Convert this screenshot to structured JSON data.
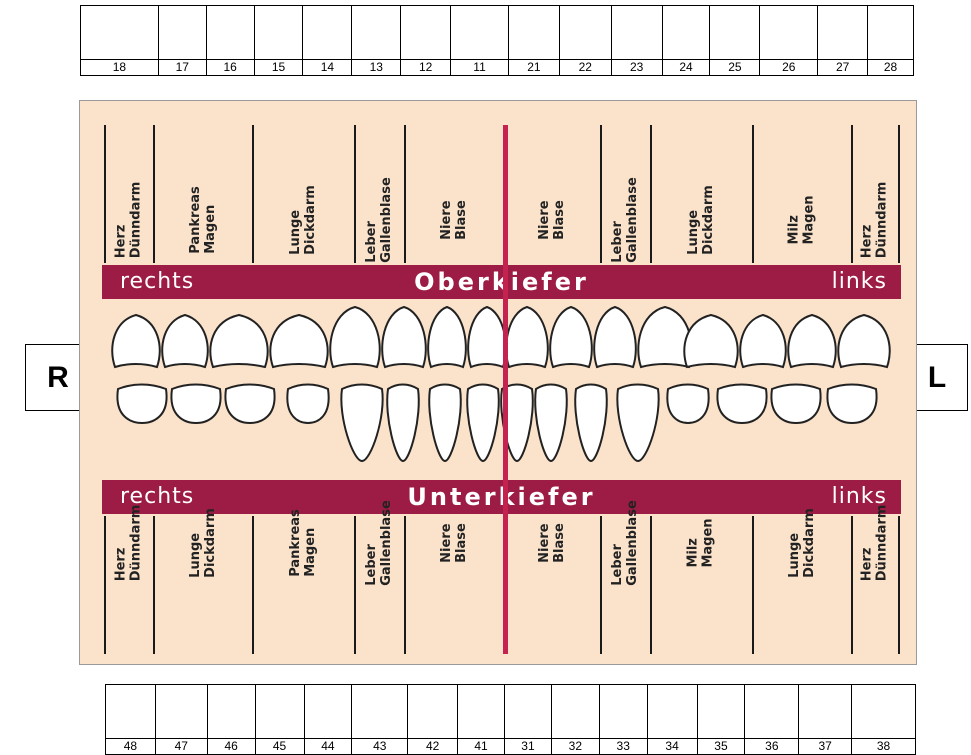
{
  "upper_numbers": [
    "18",
    "17",
    "16",
    "15",
    "14",
    "13",
    "12",
    "11",
    "21",
    "22",
    "23",
    "24",
    "25",
    "26",
    "27",
    "28"
  ],
  "lower_numbers": [
    "48",
    "47",
    "46",
    "45",
    "44",
    "43",
    "42",
    "41",
    "31",
    "32",
    "33",
    "34",
    "35",
    "36",
    "37",
    "38"
  ],
  "side_right": "R",
  "side_left": "L",
  "upper_band": {
    "left": "rechts",
    "center": "Oberkiefer",
    "right": "links"
  },
  "lower_band": {
    "left": "rechts",
    "center": "Unterkiefer",
    "right": "links"
  },
  "upper_organs": [
    [
      "Herz",
      "Dünndarm"
    ],
    [
      "Pankreas",
      "Magen"
    ],
    [
      "Lunge",
      "Dickdarm"
    ],
    [
      "Leber",
      "Gallenblase"
    ],
    [
      "Niere",
      "Blase"
    ],
    [
      "Niere",
      "Blase"
    ],
    [
      "Leber",
      "Gallenblase"
    ],
    [
      "Lunge",
      "Dickdarm"
    ],
    [
      "Milz",
      "Magen"
    ],
    [
      "Herz",
      "Dünndarm"
    ]
  ],
  "lower_organs": [
    [
      "Herz",
      "Dünndarm"
    ],
    [
      "Lunge",
      "Dickdarm"
    ],
    [
      "Pankreas",
      "Magen"
    ],
    [
      "Leber",
      "Gallenblase"
    ],
    [
      "Niere",
      "Blase"
    ],
    [
      "Niere",
      "Blase"
    ],
    [
      "Leber",
      "Gallenblase"
    ],
    [
      "Milz",
      "Magen"
    ],
    [
      "Lunge",
      "Dickdarm"
    ],
    [
      "Herz",
      "Dünndarm"
    ]
  ],
  "colors": {
    "band": "#9c1c45",
    "midline": "#c4234f",
    "panel": "#fbe3cb"
  }
}
